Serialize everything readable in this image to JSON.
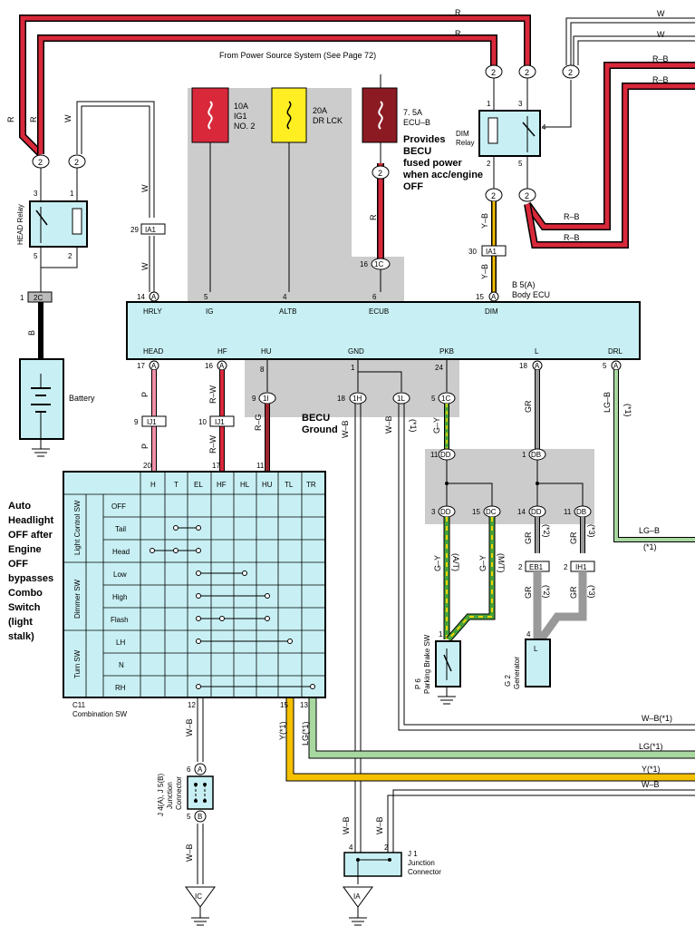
{
  "header": {
    "power_source": "From Power Source System (See Page 72)"
  },
  "wires": {
    "r": "R",
    "w": "W",
    "rb": "R–B",
    "yb": "Y–B",
    "p": "P",
    "rw": "R–W",
    "rg": "R–G",
    "wb": "W–B",
    "gy": "G–Y",
    "gr": "GR",
    "lgb": "LG–B",
    "b": "B",
    "wb1": "W–B(*1)",
    "lg1": "LG(*1)",
    "y1": "Y(*1)",
    "lg_1": "LG(*1)",
    "y_1": "Y(*1)",
    "n1": "(*1)",
    "n2": "(*2)",
    "n3": "(*3)",
    "at": "(A/T)",
    "mt": "(M/T)"
  },
  "fuses": {
    "ig1_amp": "10A",
    "ig1_name": "IG1",
    "ig1_no": "NO. 2",
    "drlck_amp": "20A",
    "drlck_name": "DR LCK",
    "ecub_amp": "7. 5A",
    "ecub_name": "ECU–B"
  },
  "notes": {
    "becu_power": [
      "Provides",
      "BECU",
      "fused power",
      "when acc/engine",
      "OFF"
    ],
    "becu_ground": [
      "BECU",
      "Ground"
    ],
    "auto_headlight": [
      "Auto",
      "Headlight",
      "OFF after",
      "Engine",
      "OFF",
      "bypasses",
      "Combo",
      "Switch",
      "(light",
      "stalk)"
    ]
  },
  "relays": {
    "head": "HEAD Relay",
    "dim": "DIM",
    "dim2": "Relay"
  },
  "connectors": {
    "c2": "2",
    "c2c": "2C",
    "ia1": "IA1",
    "ij1": "IJ1",
    "c1c": "1C",
    "c1h": "1H",
    "c1i": "1I",
    "c1l": "1L",
    "dd": "DD",
    "db": "DB",
    "dc": "DC",
    "eb1": "EB1",
    "ih1": "IH1",
    "a": "A",
    "b": "B"
  },
  "pins": {
    "p1": "1",
    "p2": "2",
    "p3": "3",
    "p4": "4",
    "p5": "5",
    "p6": "6",
    "p8": "8",
    "p9": "9",
    "p10": "10",
    "p11": "11",
    "p12": "12",
    "p13": "13",
    "p14": "14",
    "p15": "15",
    "p16": "16",
    "p17": "17",
    "p18": "18",
    "p20": "20",
    "p24": "24",
    "p29": "29",
    "p30": "30"
  },
  "ecu": {
    "label": "B 5(A)",
    "name": "Body ECU",
    "top_pins": [
      "HRLY",
      "IG",
      "ALTB",
      "ECUB",
      "DIM"
    ],
    "bottom_pins": [
      "HEAD",
      "HF",
      "HU",
      "GND",
      "PKB",
      "L",
      "DRL"
    ]
  },
  "battery": "Battery",
  "combo": {
    "cols": [
      "H",
      "T",
      "EL",
      "HF",
      "HL",
      "HU",
      "TL",
      "TR"
    ],
    "light_group": "Light Control SW",
    "dimmer_group": "Dimmer SW",
    "turn_group": "Turn SW",
    "rows": [
      "OFF",
      "Tail",
      "Head",
      "Low",
      "High",
      "Flash",
      "LH",
      "N",
      "RH"
    ],
    "id": "C11",
    "name": "Combination SW"
  },
  "junction_j4": {
    "line1": "J 4(A), J 5(B)",
    "line2": "Junction",
    "line3": "Connector"
  },
  "junction_j1": {
    "id": "J 1",
    "line2": "Junction",
    "line3": "Connector"
  },
  "parking": {
    "id": "P 6",
    "name": "Parking Brake SW"
  },
  "generator": {
    "id": "G 2",
    "name": "Generator",
    "pin_l": "L"
  },
  "grounds": {
    "ic": "IC",
    "ia": "IA"
  }
}
